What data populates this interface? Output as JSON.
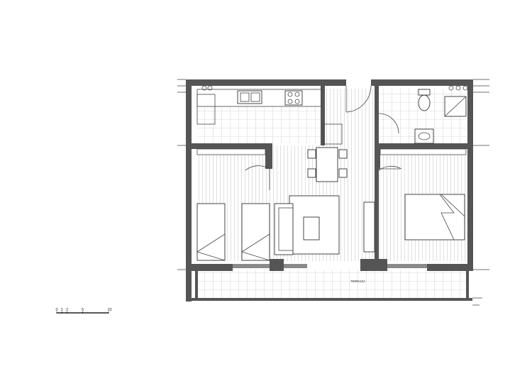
{
  "plan": {
    "terrace_label": "TERRAZA",
    "scale_bar": {
      "ticks": [
        "0",
        "1",
        "2",
        "5",
        "10"
      ],
      "values": [
        0,
        1,
        2,
        5,
        10
      ],
      "max": 10
    }
  },
  "colors": {
    "wall": "#555555",
    "line": "#444444",
    "background": "#ffffff"
  }
}
